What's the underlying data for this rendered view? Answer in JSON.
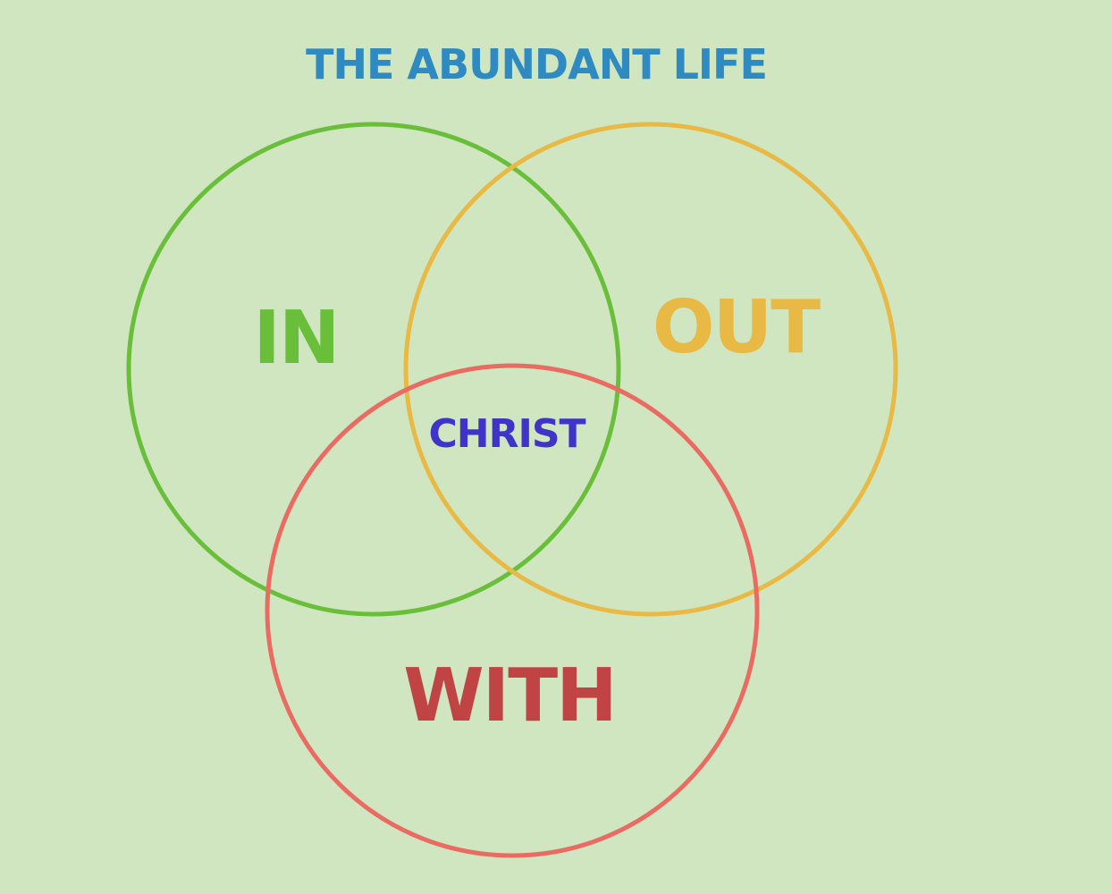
{
  "title": "THE ABUNDANT LIFE",
  "circles": {
    "in": {
      "label": "IN",
      "color": "#6abf3a"
    },
    "out": {
      "label": "OUT",
      "color": "#e8b944"
    },
    "with": {
      "label": "WITH",
      "color": "#ea6b62",
      "label_color": "#c04444"
    }
  },
  "center": {
    "label": "CHRIST",
    "color": "#3f33c8"
  },
  "colors": {
    "background": "#cfe6c0",
    "title": "#2e8ac0"
  }
}
